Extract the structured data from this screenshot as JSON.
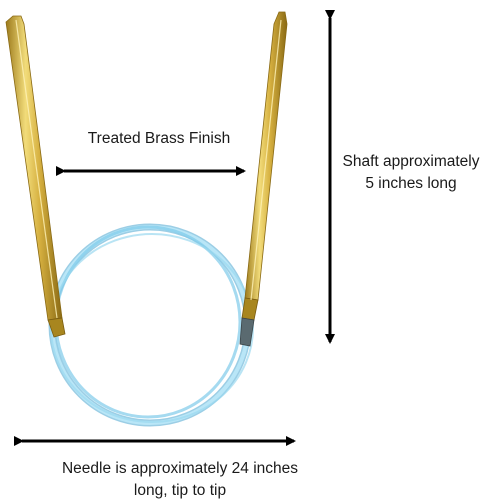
{
  "annotations": {
    "brass_finish": "Treated Brass Finish",
    "shaft_line1": "Shaft approximately",
    "shaft_line2": "5 inches long",
    "needle_line1": "Needle is approximately 24 inches",
    "needle_line2": "long, tip to tip"
  },
  "colors": {
    "brass_light": "#f2dc7a",
    "brass_mid": "#d6b040",
    "brass_dark": "#9c7a1c",
    "cable_light": "#b9e6f7",
    "cable_mid": "#7fcbea",
    "cable_dark": "#4aa6d0",
    "arrow": "#000000"
  }
}
